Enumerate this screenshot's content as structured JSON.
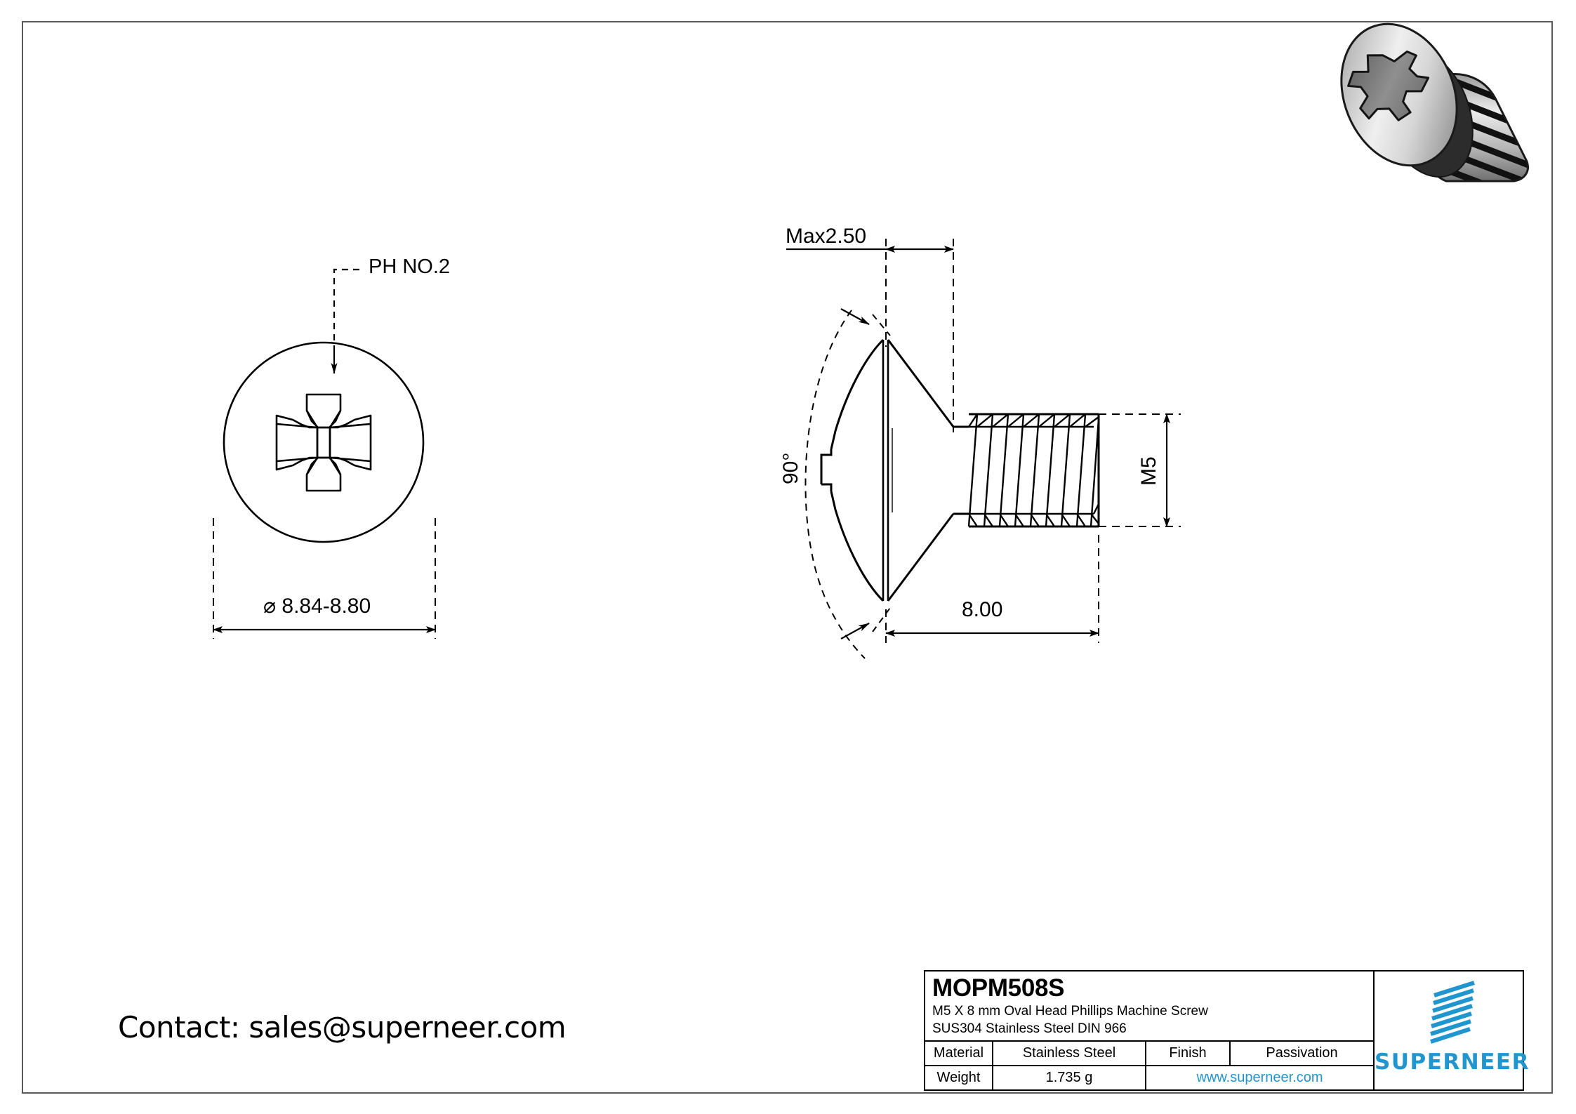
{
  "sheet": {
    "background_color": "#ffffff",
    "frame_color": "#5a5a5a"
  },
  "drawing": {
    "front_view": {
      "name": "front-view",
      "recess_callout": "PH NO.2",
      "diameter_dim": "⌀ 8.84-8.80"
    },
    "side_view": {
      "name": "side-view",
      "head_height_dim": "Max2.50",
      "head_angle_dim": "90°",
      "thread_dim": "M5",
      "length_dim": "8.00"
    }
  },
  "title_block": {
    "part_number": "MOPM508S",
    "description_line1": "M5 X 8 mm  Oval Head Phillips Machine Screw",
    "description_line2": "SUS304 Stainless Steel DIN 966",
    "table": {
      "material_label": "Material",
      "material_value": "Stainless Steel",
      "finish_label": "Finish",
      "finish_value": "Passivation",
      "weight_label": "Weight",
      "weight_value": "1.735 g",
      "website": "www.superneer.com"
    },
    "brand": {
      "name": "SUPERNEER",
      "color": "#2196ce"
    }
  },
  "contact": {
    "text": "Contact: sales@superneer.com"
  }
}
